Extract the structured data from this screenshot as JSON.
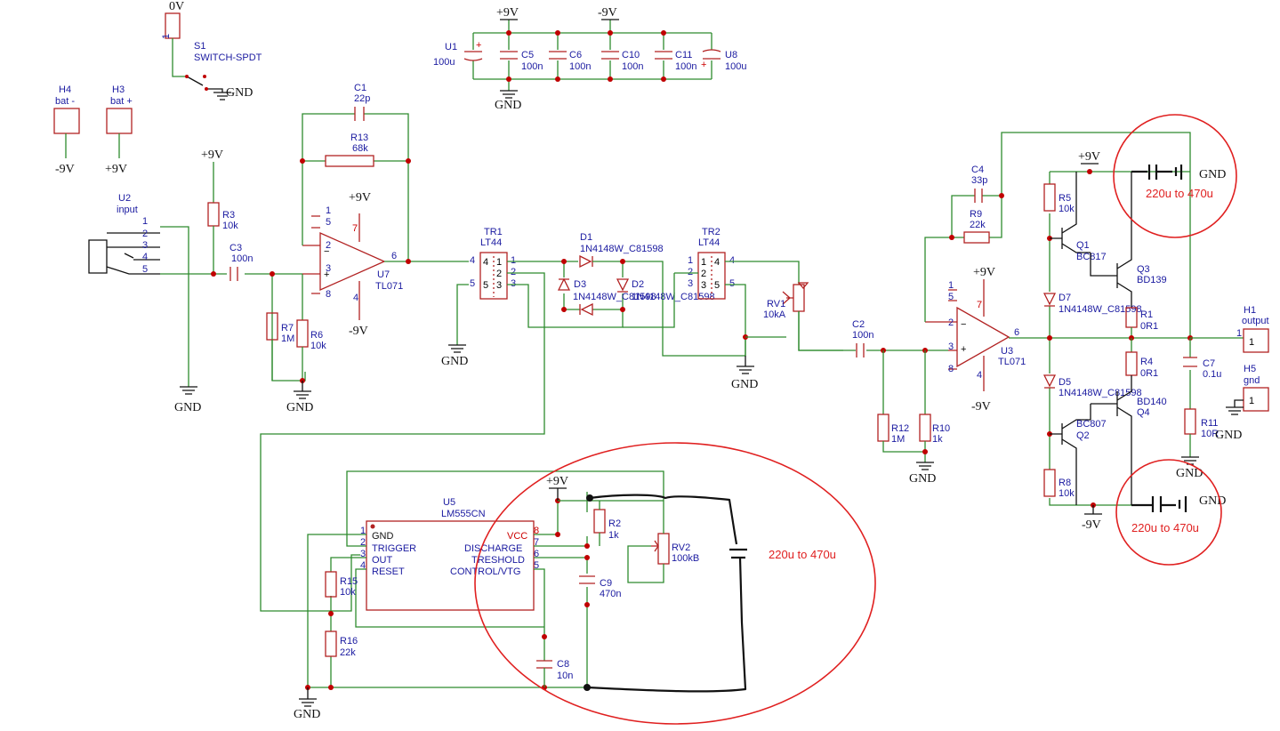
{
  "power": {
    "gnd": "GND",
    "p9": "+9V",
    "m9": "-9V",
    "zero": "0V"
  },
  "labels": {
    "s1_ref": "S1",
    "s1_val": "SWITCH-SPDT",
    "h4_ref": "H4",
    "h4_val": "bat -",
    "h3_ref": "H3",
    "h3_val": "bat +",
    "u2_ref": "U2",
    "u2_val": "input",
    "u1_ref": "U1",
    "u1_val": "100u",
    "c5_ref": "C5",
    "c5_val": "100n",
    "c6_ref": "C6",
    "c6_val": "100n",
    "c10_ref": "C10",
    "c10_val": "100n",
    "c11_ref": "C11",
    "c11_val": "100n",
    "u8_ref": "U8",
    "u8_val": "100u",
    "c1_ref": "C1",
    "c1_val": "22p",
    "r13_ref": "R13",
    "r13_val": "68k",
    "r3_ref": "R3",
    "r3_val": "10k",
    "c3_ref": "C3",
    "c3_val": "100n",
    "r7_ref": "R7",
    "r7_val": "1M",
    "r6_ref": "R6",
    "r6_val": "10k",
    "u7_ref": "U7",
    "u7_val": "TL071",
    "tr1_ref": "TR1",
    "tr1_val": "LT44",
    "tr2_ref": "TR2",
    "tr2_val": "LT44",
    "d1_ref": "D1",
    "d1_val": "1N4148W_C81598",
    "d2_ref": "D2",
    "d3_ref": "D3",
    "d23_val": "1N4148W_C81598",
    "rv1_ref": "RV1",
    "rv1_val": "10kA",
    "c2_ref": "C2",
    "c2_val": "100n",
    "r12_ref": "R12",
    "r12_val": "1M",
    "r10_ref": "R10",
    "r10_val": "1k",
    "c4_ref": "C4",
    "c4_val": "33p",
    "r9_ref": "R9",
    "r9_val": "22k",
    "u3_ref": "U3",
    "u3_val": "TL071",
    "r5_ref": "R5",
    "r5_val": "10k",
    "q1_ref": "Q1",
    "q1_val": "BC817",
    "q3_ref": "Q3",
    "q3_val": "BD139",
    "d7_ref": "D7",
    "d7_val": "1N4148W_C81598",
    "r1_ref": "R1",
    "r1_val": "0R1",
    "r4_ref": "R4",
    "r4_val": "0R1",
    "d5_ref": "D5",
    "d5_val": "1N4148W_C81598",
    "q4_val": "BD140",
    "q4_ref": "Q4",
    "q2_val": "BC807",
    "q2_ref": "Q2",
    "r8_ref": "R8",
    "r8_val": "10k",
    "c7_ref": "C7",
    "c7_val": "0.1u",
    "r11_ref": "R11",
    "r11_val": "10R",
    "h1_ref": "H1",
    "h1_val": "output",
    "h5_ref": "H5",
    "h5_val": "gnd",
    "u5_ref": "U5",
    "u5_val": "LM555CN",
    "u5_gnd": "GND",
    "u5_trigger": "TRIGGER",
    "u5_out": "OUT",
    "u5_reset": "RESET",
    "u5_vcc": "VCC",
    "u5_discharge": "DISCHARGE",
    "u5_treshold": "TRESHOLD",
    "u5_control": "CONTROL/VTG",
    "r2_ref": "R2",
    "r2_val": "1k",
    "rv2_ref": "RV2",
    "rv2_val": "100kB",
    "c9_ref": "C9",
    "c9_val": "470n",
    "c8_ref": "C8",
    "c8_val": "10n",
    "r15_ref": "R15",
    "r15_val": "10k",
    "r16_ref": "R16",
    "r16_val": "22k"
  },
  "annotations": {
    "note_cap": "220u to 470u"
  }
}
